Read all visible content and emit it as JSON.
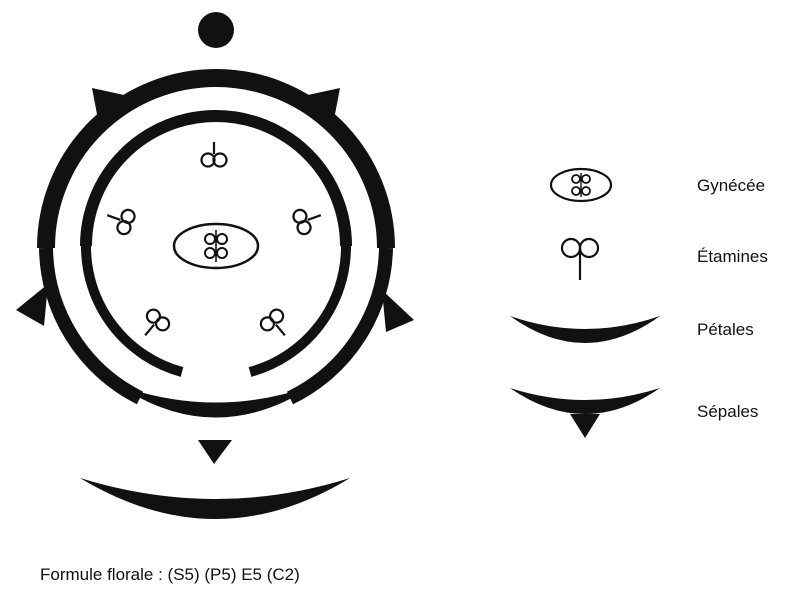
{
  "legend": {
    "gynoecium": "Gynécée",
    "stamens": "Étamines",
    "petals": "Pétales",
    "sepals": "Sépales"
  },
  "formula": "Formule florale : (S5) (P5) E5 (C2)",
  "colors": {
    "ink": "#111111",
    "background": "#ffffff"
  }
}
